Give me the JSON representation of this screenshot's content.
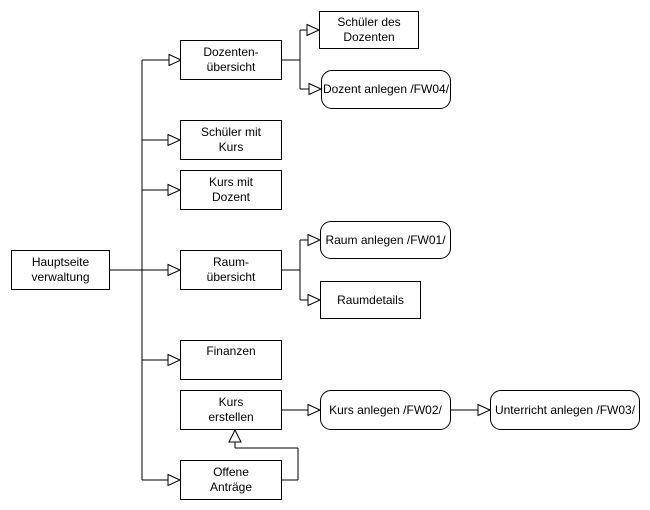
{
  "diagram": {
    "kind": "sitemap-flowchart",
    "colors": {
      "background": "#ffffff",
      "node_fill": "#ffffff",
      "node_border": "#000000",
      "text": "#000000",
      "connector": "#000000"
    },
    "nodes": {
      "hauptseite_verwaltung": {
        "label": "Hauptseite\nverwaltung",
        "shape": "rectangle"
      },
      "dozenten_uebersicht": {
        "label": "Dozenten-\nübersicht",
        "shape": "rectangle"
      },
      "schueler_mit_kurs": {
        "label": "Schüler mit\nKurs",
        "shape": "rectangle"
      },
      "kurs_mit_dozent": {
        "label": "Kurs mit\nDozent",
        "shape": "rectangle"
      },
      "raum_uebersicht": {
        "label": "Raum-\nübersicht",
        "shape": "rectangle"
      },
      "finanzen": {
        "label": "Finanzen",
        "shape": "rectangle"
      },
      "kurs_erstellen": {
        "label": "Kurs\nerstellen",
        "shape": "rectangle"
      },
      "offene_antraege": {
        "label": "Offene\nAnträge",
        "shape": "rectangle"
      },
      "schueler_des_dozenten": {
        "label": "Schüler des\nDozenten",
        "shape": "rectangle"
      },
      "dozent_anlegen_fw04": {
        "label": "Dozent anlegen /FW04/",
        "shape": "rounded"
      },
      "raum_anlegen_fw01": {
        "label": "Raum anlegen /FW01/",
        "shape": "rounded"
      },
      "raumdetails": {
        "label": "Raumdetails",
        "shape": "rectangle"
      },
      "kurs_anlegen_fw02": {
        "label": "Kurs anlegen /FW02/",
        "shape": "rounded"
      },
      "unterricht_anlegen_fw03": {
        "label": "Unterricht anlegen /FW03/",
        "shape": "rounded"
      }
    },
    "edges": [
      {
        "from": "hauptseite_verwaltung",
        "to": "dozenten_uebersicht",
        "arrow": "hollow-triangle"
      },
      {
        "from": "hauptseite_verwaltung",
        "to": "schueler_mit_kurs",
        "arrow": "hollow-triangle"
      },
      {
        "from": "hauptseite_verwaltung",
        "to": "kurs_mit_dozent",
        "arrow": "hollow-triangle"
      },
      {
        "from": "hauptseite_verwaltung",
        "to": "raum_uebersicht",
        "arrow": "hollow-triangle"
      },
      {
        "from": "hauptseite_verwaltung",
        "to": "finanzen",
        "arrow": "hollow-triangle"
      },
      {
        "from": "hauptseite_verwaltung",
        "to": "offene_antraege",
        "arrow": "hollow-triangle"
      },
      {
        "from": "dozenten_uebersicht",
        "to": "schueler_des_dozenten",
        "arrow": "hollow-triangle"
      },
      {
        "from": "dozenten_uebersicht",
        "to": "dozent_anlegen_fw04",
        "arrow": "hollow-triangle"
      },
      {
        "from": "raum_uebersicht",
        "to": "raum_anlegen_fw01",
        "arrow": "hollow-triangle"
      },
      {
        "from": "raum_uebersicht",
        "to": "raumdetails",
        "arrow": "hollow-triangle"
      },
      {
        "from": "kurs_erstellen",
        "to": "kurs_anlegen_fw02",
        "arrow": "hollow-triangle"
      },
      {
        "from": "kurs_anlegen_fw02",
        "to": "unterricht_anlegen_fw03",
        "arrow": "hollow-triangle"
      },
      {
        "from": "offene_antraege",
        "to": "kurs_erstellen",
        "arrow": "hollow-triangle"
      }
    ]
  }
}
